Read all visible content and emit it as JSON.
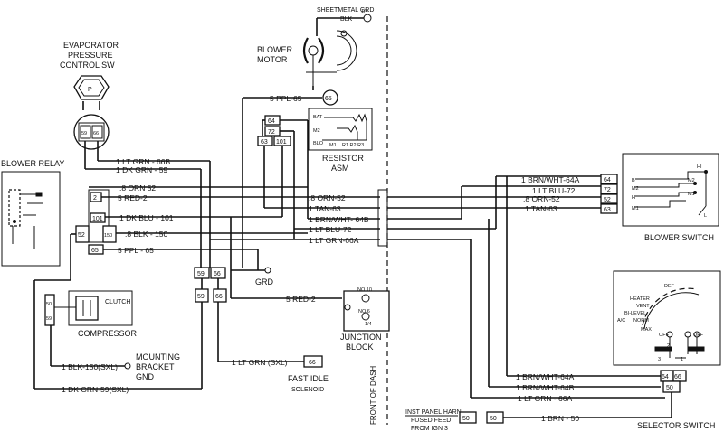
{
  "components": {
    "sheetmetal_grd": "SHEETMETAL GRD",
    "blower_motor": [
      "BLOWER",
      "MOTOR"
    ],
    "evap_switch": [
      "EVAPORATOR",
      "PRESSURE",
      "CONTROL SW"
    ],
    "blower_relay": "BLOWER RELAY",
    "resistor_asm": [
      "RESISTOR",
      "ASM"
    ],
    "compressor": "COMPRESSOR",
    "clutch": "CLUTCH",
    "mounting_gnd": [
      "MOUNTING",
      "BRACKET",
      "GND"
    ],
    "fast_idle": [
      "FAST IDLE",
      "SOLENOID"
    ],
    "junction_block": [
      "JUNCTION",
      "BLOCK"
    ],
    "grd": "GRD",
    "front_of_dash": "FRONT OF DASH",
    "blower_switch": "BLOWER SWITCH",
    "selector_switch": "SELECTOR SWITCH",
    "inst_panel": [
      "INST PANEL HARN",
      "FUSED FEED",
      "FROM IGN 3"
    ]
  },
  "wires": {
    "blk_grd": "BLK",
    "quarter": "1/4",
    "ppl65": "5 PPL-65",
    "ltgrn66b": "1 LT GRN - 66B",
    "dkgrn59": "1 DK GRN - 59",
    "orn52_left": ".8 ORN 52",
    "red2": "5 RED-2",
    "dkblu101": "1 DK BLU - 101",
    "blk150": ".8 BLK - 150",
    "ppl65b": "5 PPL - 65",
    "orn52_mid": ".8 ORN-52",
    "tan63_mid": "1 TAN-63",
    "brnwht64b_mid": "1 BRN/WHT- 64B",
    "ltblu72_mid": "1 LT BLU-72",
    "ltgrn66a_mid": "1 LT GRN-66A",
    "red2b": "5 RED-2",
    "ltgrn_sxl": "1 LT GRN (SXL)",
    "blk150_sxl": "1 BLK-150(SXL)",
    "dkgrn59_sxl": "1 DK GRN-59(SXL)",
    "brnwht64a_r": "1 BRN/WHT-64A",
    "ltblu72_r": "1 LT BLU-72",
    "orn52_r": ".8 ORN-52",
    "tan63_r": "1 TAN-63",
    "brnwht64a_b": "1 BRN/WHT-64A",
    "brnwht64b_b": "1 BRN/WHT-64B",
    "ltgrn66a_b": "1 LT GRN - 66A",
    "brn50": "1 BRN - 50"
  },
  "terminals": {
    "c65": "65",
    "c64": "64",
    "c72": "72",
    "c63": "63",
    "c101": "101",
    "c59a": "59",
    "c66a": "66",
    "c59b": "59",
    "c66b": "66",
    "c2": "2",
    "c101b": "101",
    "c52": "52",
    "c150": "150",
    "c65b": "65",
    "c50_59a": "50",
    "c50_59b": "59",
    "c66_fi": "66",
    "c64a": "64",
    "c72b": "72",
    "c52b": "52",
    "c63b": "63",
    "c64_sel": "64",
    "c66_sel": "66",
    "c50_sel": "50",
    "c50_inst": "50",
    "c50_in": "50"
  },
  "resistor": {
    "bat": "BAT",
    "m2": "M2",
    "blo": "BLO",
    "m1": "M1",
    "r": "R1 R2 R3"
  },
  "blower_switch_terms": {
    "b": "B",
    "m2": "M2",
    "h": "H",
    "m1": "M1",
    "hi": "HI",
    "m2b": "M2",
    "m1b": "M1",
    "l": "L"
  },
  "selector_terms": {
    "heater": "HEATER",
    "def": "DEF",
    "vent": "VENT",
    "bilevel": "BI-LEVEL",
    "ac": "A/C",
    "norm": "NORM",
    "max": "MAX",
    "off1": "OFF",
    "off2": "OFF",
    "n2": "2",
    "n3": "3",
    "n1": "1"
  },
  "junction_terms": {
    "no10": "NO.10",
    "no6": "NO.6",
    "q": "1/4"
  }
}
